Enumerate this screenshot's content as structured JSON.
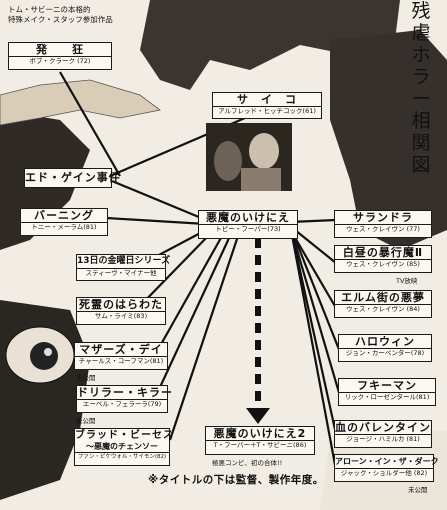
{
  "header": {
    "credit_line1": "トム・サビーニの本格的",
    "credit_line2": "特殊メイク・スタッフ参加作品",
    "title_vertical": "残虐ホラー相関図"
  },
  "boxes": {
    "hakkyo": {
      "title": "発　　狂",
      "sub": "ボブ・クラーク (72)"
    },
    "psycho": {
      "title": "サ　イ　コ",
      "sub": "アルフレッド・ヒッチコック(61)"
    },
    "gein": {
      "title": "エド・ゲイン事件",
      "sub": ""
    },
    "burning": {
      "title": "バーニング",
      "sub": "トニー・メーラム(81)"
    },
    "main": {
      "title": "悪魔のいけにえ",
      "sub": "トビー・フーパー(73)"
    },
    "friday": {
      "title": "13日の金曜日シリーズ",
      "sub": "スティーヴ・マイナー他"
    },
    "evildead": {
      "title": "死霊のはらわた",
      "sub": "サム・ライミ(83)"
    },
    "mothers": {
      "title": "マザーズ・デイ",
      "sub": "チャールス・コーフマン(81)"
    },
    "driller": {
      "title": "ドリラー・キラー",
      "sub": "エーベル・フェラーラ(79)"
    },
    "bloody": {
      "title": "ブラッド・ビーセス",
      "title2": "〜悪魔のチェンソー",
      "sub": "ファン・ピケウォル・サイモン(82)"
    },
    "sequel": {
      "title": "悪魔のいけにえ2",
      "sub": "T・フーパー＋T・サビーニ(86)"
    },
    "sarandora": {
      "title": "サランドラ",
      "sub": "ウェス・クレイヴン (77)"
    },
    "shirage": {
      "title": "白昼の暴行魔Ⅱ",
      "sub": "ウェス・クレイヴン (85)"
    },
    "elm": {
      "title": "エルム街の悪夢",
      "sub": "ウェス・クレイヴン (84)"
    },
    "halloween": {
      "title": "ハロウィン",
      "sub": "ジョン・カーペンター(78)"
    },
    "fukiman": {
      "title": "フキーマン",
      "sub": "リック・ローゼンタール(81)"
    },
    "valentine": {
      "title": "血のバレンタイン",
      "sub": "ジョージ・ハミルカ (81)"
    },
    "alone": {
      "title": "アローン・イン・ザ・ダーク",
      "sub": "ジャック・ショルダー他 (82)"
    }
  },
  "notes": {
    "tv": "TV放映",
    "mothers_unreleased": "未公開",
    "bloody_unreleased": "未公開",
    "alone_unreleased": "未公開",
    "sequel_caption": "極悪コンビ、初の合体!!"
  },
  "footnote": "※タイトルの下は監督、製作年度。"
}
